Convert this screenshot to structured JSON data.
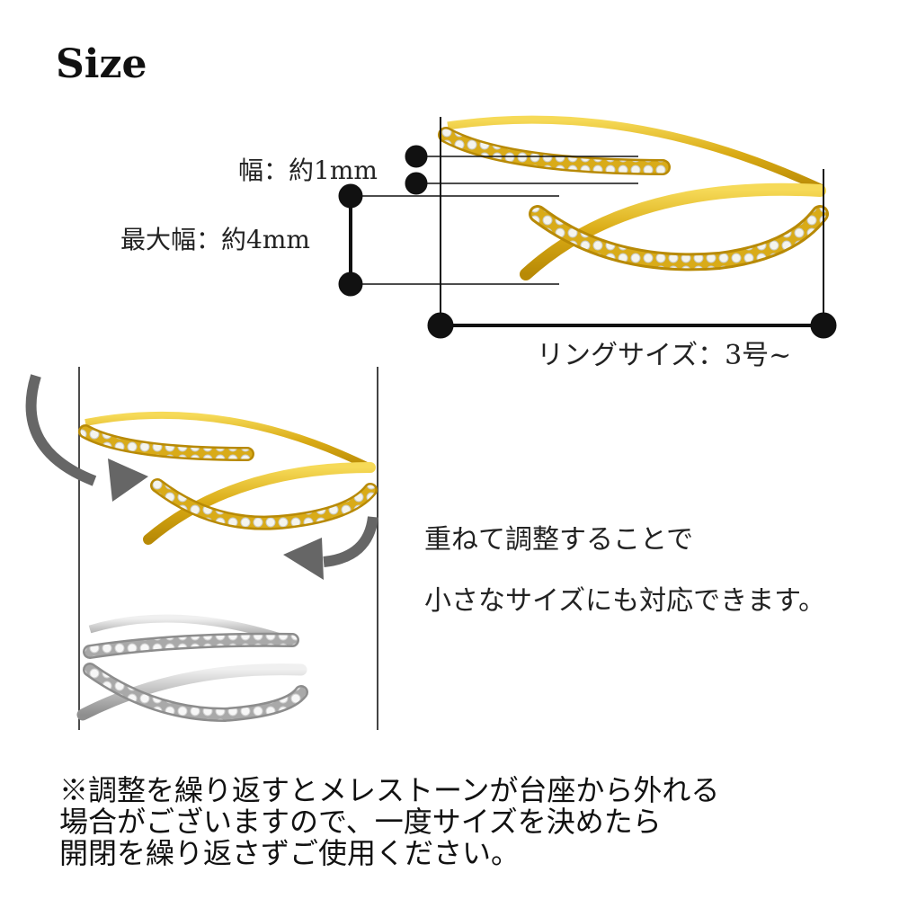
{
  "title": "Size",
  "dimensions": {
    "width_label": "幅：約1mm",
    "max_width_label": "最大幅：約4mm",
    "ring_size_label": "リングサイズ：3号~"
  },
  "description": {
    "lines": [
      "重ねて調整することで",
      "小さなサイズにも対応できます。"
    ]
  },
  "note": {
    "lines": [
      "※調整を繰り返すとメレストーンが台座から外れる",
      "場合がございますので、一度サイズを決めたら",
      "開閉を繰り返さずご使用ください。"
    ]
  },
  "images": {
    "top_ring": "gold-ring-photo",
    "adjust_ring_gold": "gold-ring-photo-open",
    "adjust_ring_silver": "silver-ring-photo-closed"
  },
  "colors": {
    "gold": "#d4a514",
    "gold_light": "#f3d24a",
    "silver": "#b9b9b9",
    "arrow": "#666666",
    "line": "#111111"
  }
}
